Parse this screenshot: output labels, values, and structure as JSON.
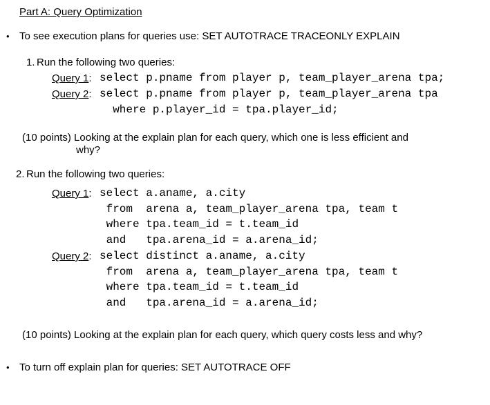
{
  "title": "Part A: Query Optimization",
  "bullets": {
    "marker": "•",
    "top": "To see execution plans for queries use: SET AUTOTRACE TRACEONLY EXPLAIN",
    "bottom": "To turn off explain plan for queries: SET AUTOTRACE OFF"
  },
  "item1": {
    "number": "1.",
    "heading": "Run the following two queries:",
    "query1": {
      "label": "Query 1",
      "colon": ":",
      "code": "select p.pname from player p, team_player_arena tpa;"
    },
    "query2": {
      "label": "Query 2",
      "colon": ":",
      "code": "select p.pname from player p, team_player_arena tpa",
      "continuation": "  where p.player_id = tpa.player_id;"
    },
    "question_line1": "(10 points) Looking at the explain plan for each query, which one is less efficient and",
    "question_line2": "why?"
  },
  "item2": {
    "number": "2.",
    "heading": "Run the following two queries:",
    "query1": {
      "label": "Query 1",
      "colon": ":",
      "line1": "select a.aname, a.city",
      "line2": " from  arena a, team_player_arena tpa, team t",
      "line3": " where tpa.team_id = t.team_id",
      "line4": " and   tpa.arena_id = a.arena_id;"
    },
    "query2": {
      "label": "Query 2",
      "colon": ":",
      "line1": "select distinct a.aname, a.city",
      "line2": " from  arena a, team_player_arena tpa, team t",
      "line3": " where tpa.team_id = t.team_id",
      "line4": " and   tpa.arena_id = a.arena_id;"
    },
    "question": "(10 points) Looking at the explain plan for each query, which query costs less and why?"
  }
}
